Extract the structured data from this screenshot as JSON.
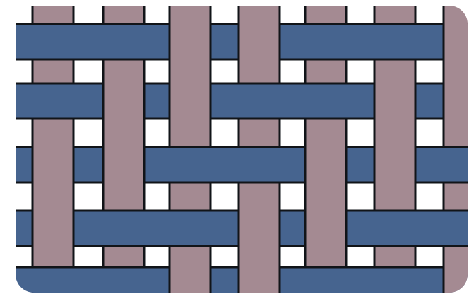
{
  "weave": {
    "pattern": "twill",
    "colors": {
      "warp": "#a48a92",
      "weft": "#46648f",
      "outline": "#111418",
      "background": "#ffffff"
    },
    "warp_count": 7,
    "weft_count": 5,
    "warp_over_weft": [
      [
        false,
        false,
        true,
        true,
        false,
        false,
        true
      ],
      [
        false,
        true,
        true,
        false,
        false,
        true,
        true
      ],
      [
        true,
        true,
        false,
        false,
        true,
        true,
        false
      ],
      [
        true,
        false,
        false,
        true,
        true,
        false,
        false
      ],
      [
        false,
        false,
        true,
        true,
        false,
        false,
        true
      ]
    ]
  }
}
